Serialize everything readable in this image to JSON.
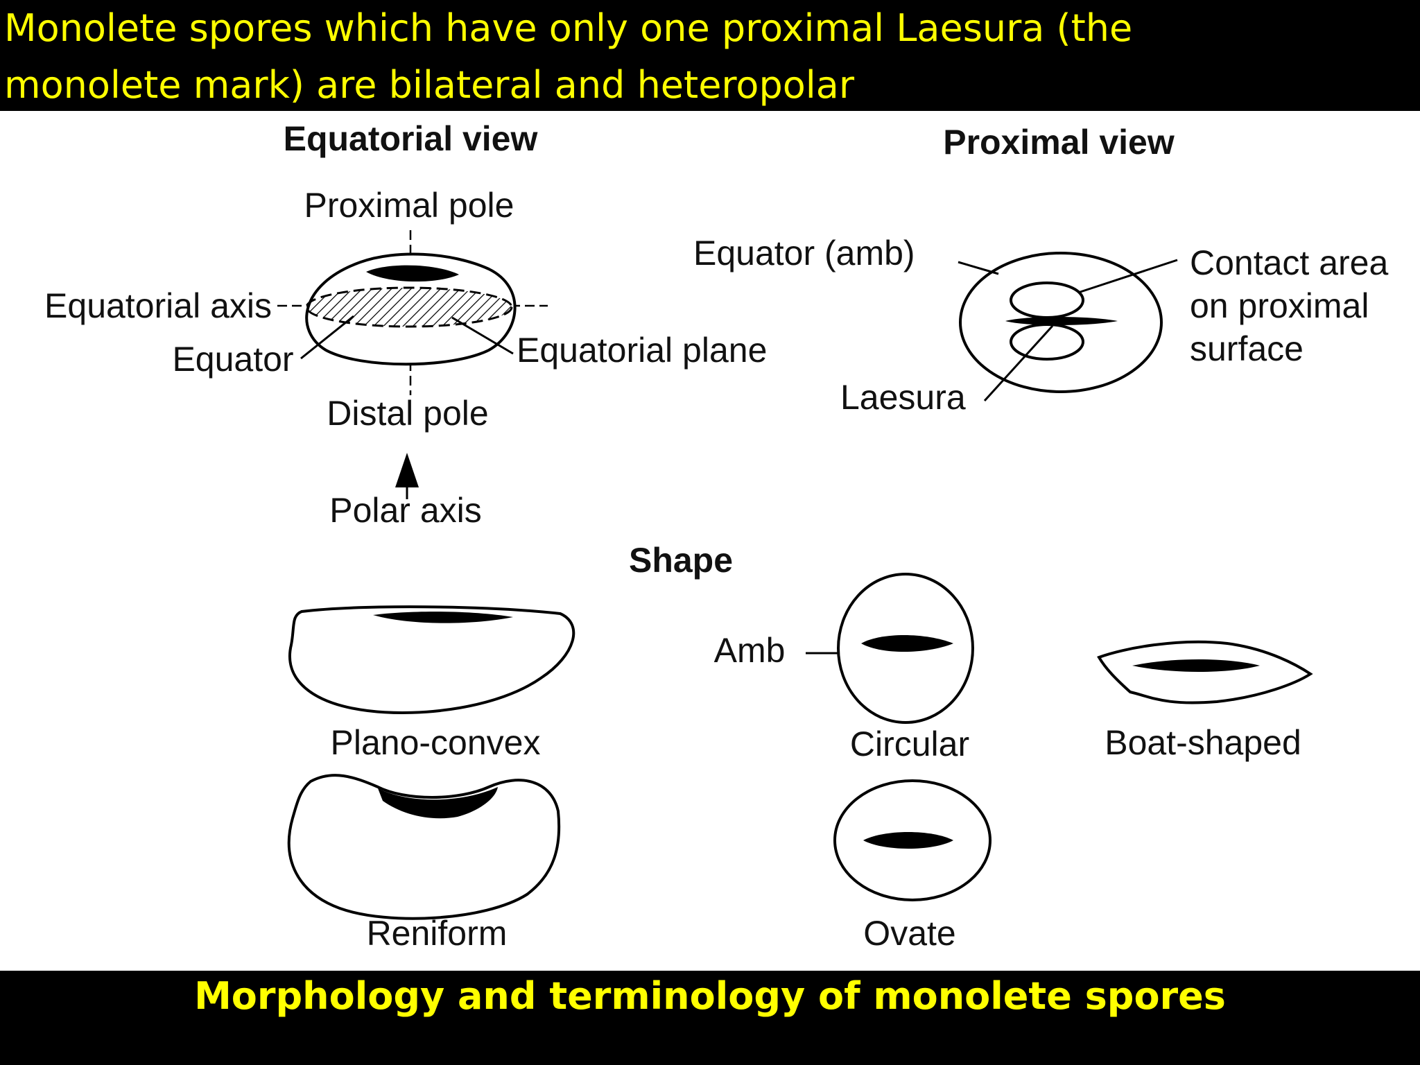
{
  "header": {
    "line1": "Monolete spores which have only one proximal Laesura (the",
    "line2": "monolete mark) are bilateral and heteropolar"
  },
  "equatorial_view": {
    "title": "Equatorial view",
    "proximal_pole": "Proximal pole",
    "equatorial_axis": "Equatorial axis",
    "equator": "Equator",
    "equatorial_plane": "Equatorial plane",
    "distal_pole": "Distal pole",
    "polar_axis": "Polar axis"
  },
  "proximal_view": {
    "title": "Proximal view",
    "equator_amb": "Equator (amb)",
    "contact_line1": "Contact area",
    "contact_line2": "on proximal",
    "contact_line3": "surface",
    "laesura": "Laesura"
  },
  "shape": {
    "title": "Shape",
    "plano_convex": "Plano-convex",
    "reniform": "Reniform",
    "amb": "Amb",
    "circular": "Circular",
    "ovate": "Ovate",
    "boat_shaped": "Boat-shaped"
  },
  "caption": "Morphology and terminology of monolete spores",
  "colors": {
    "banner_background": "#000000",
    "banner_text": "#ffff00",
    "diagram_background": "#ffffff"
  }
}
